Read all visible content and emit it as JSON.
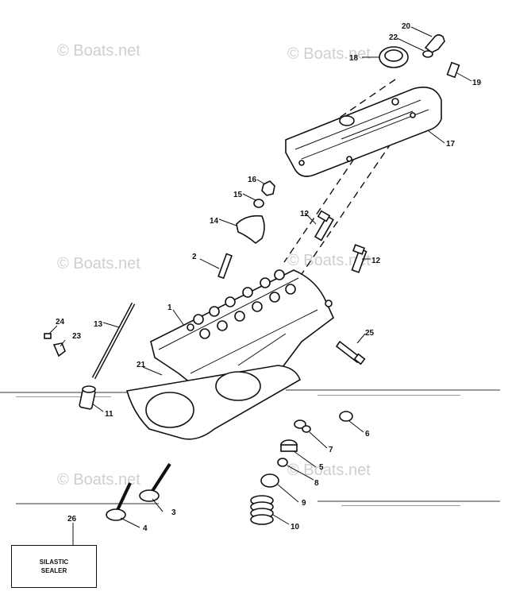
{
  "watermark": "© Boats.net",
  "callouts": {
    "p1": "1",
    "p2": "2",
    "p3": "3",
    "p4": "4",
    "p5": "5",
    "p6": "6",
    "p7": "7",
    "p8": "8",
    "p9": "9",
    "p10": "10",
    "p11": "11",
    "p12a": "12",
    "p12b": "12",
    "p13": "13",
    "p14": "14",
    "p15": "15",
    "p16": "16",
    "p17": "17",
    "p18": "18",
    "p19": "19",
    "p20": "20",
    "p21": "21",
    "p22": "22",
    "p23": "23",
    "p24": "24",
    "p25": "25",
    "p26": "26"
  },
  "sealer_box": {
    "line1": "SILASTIC",
    "line2": "SEALER"
  }
}
